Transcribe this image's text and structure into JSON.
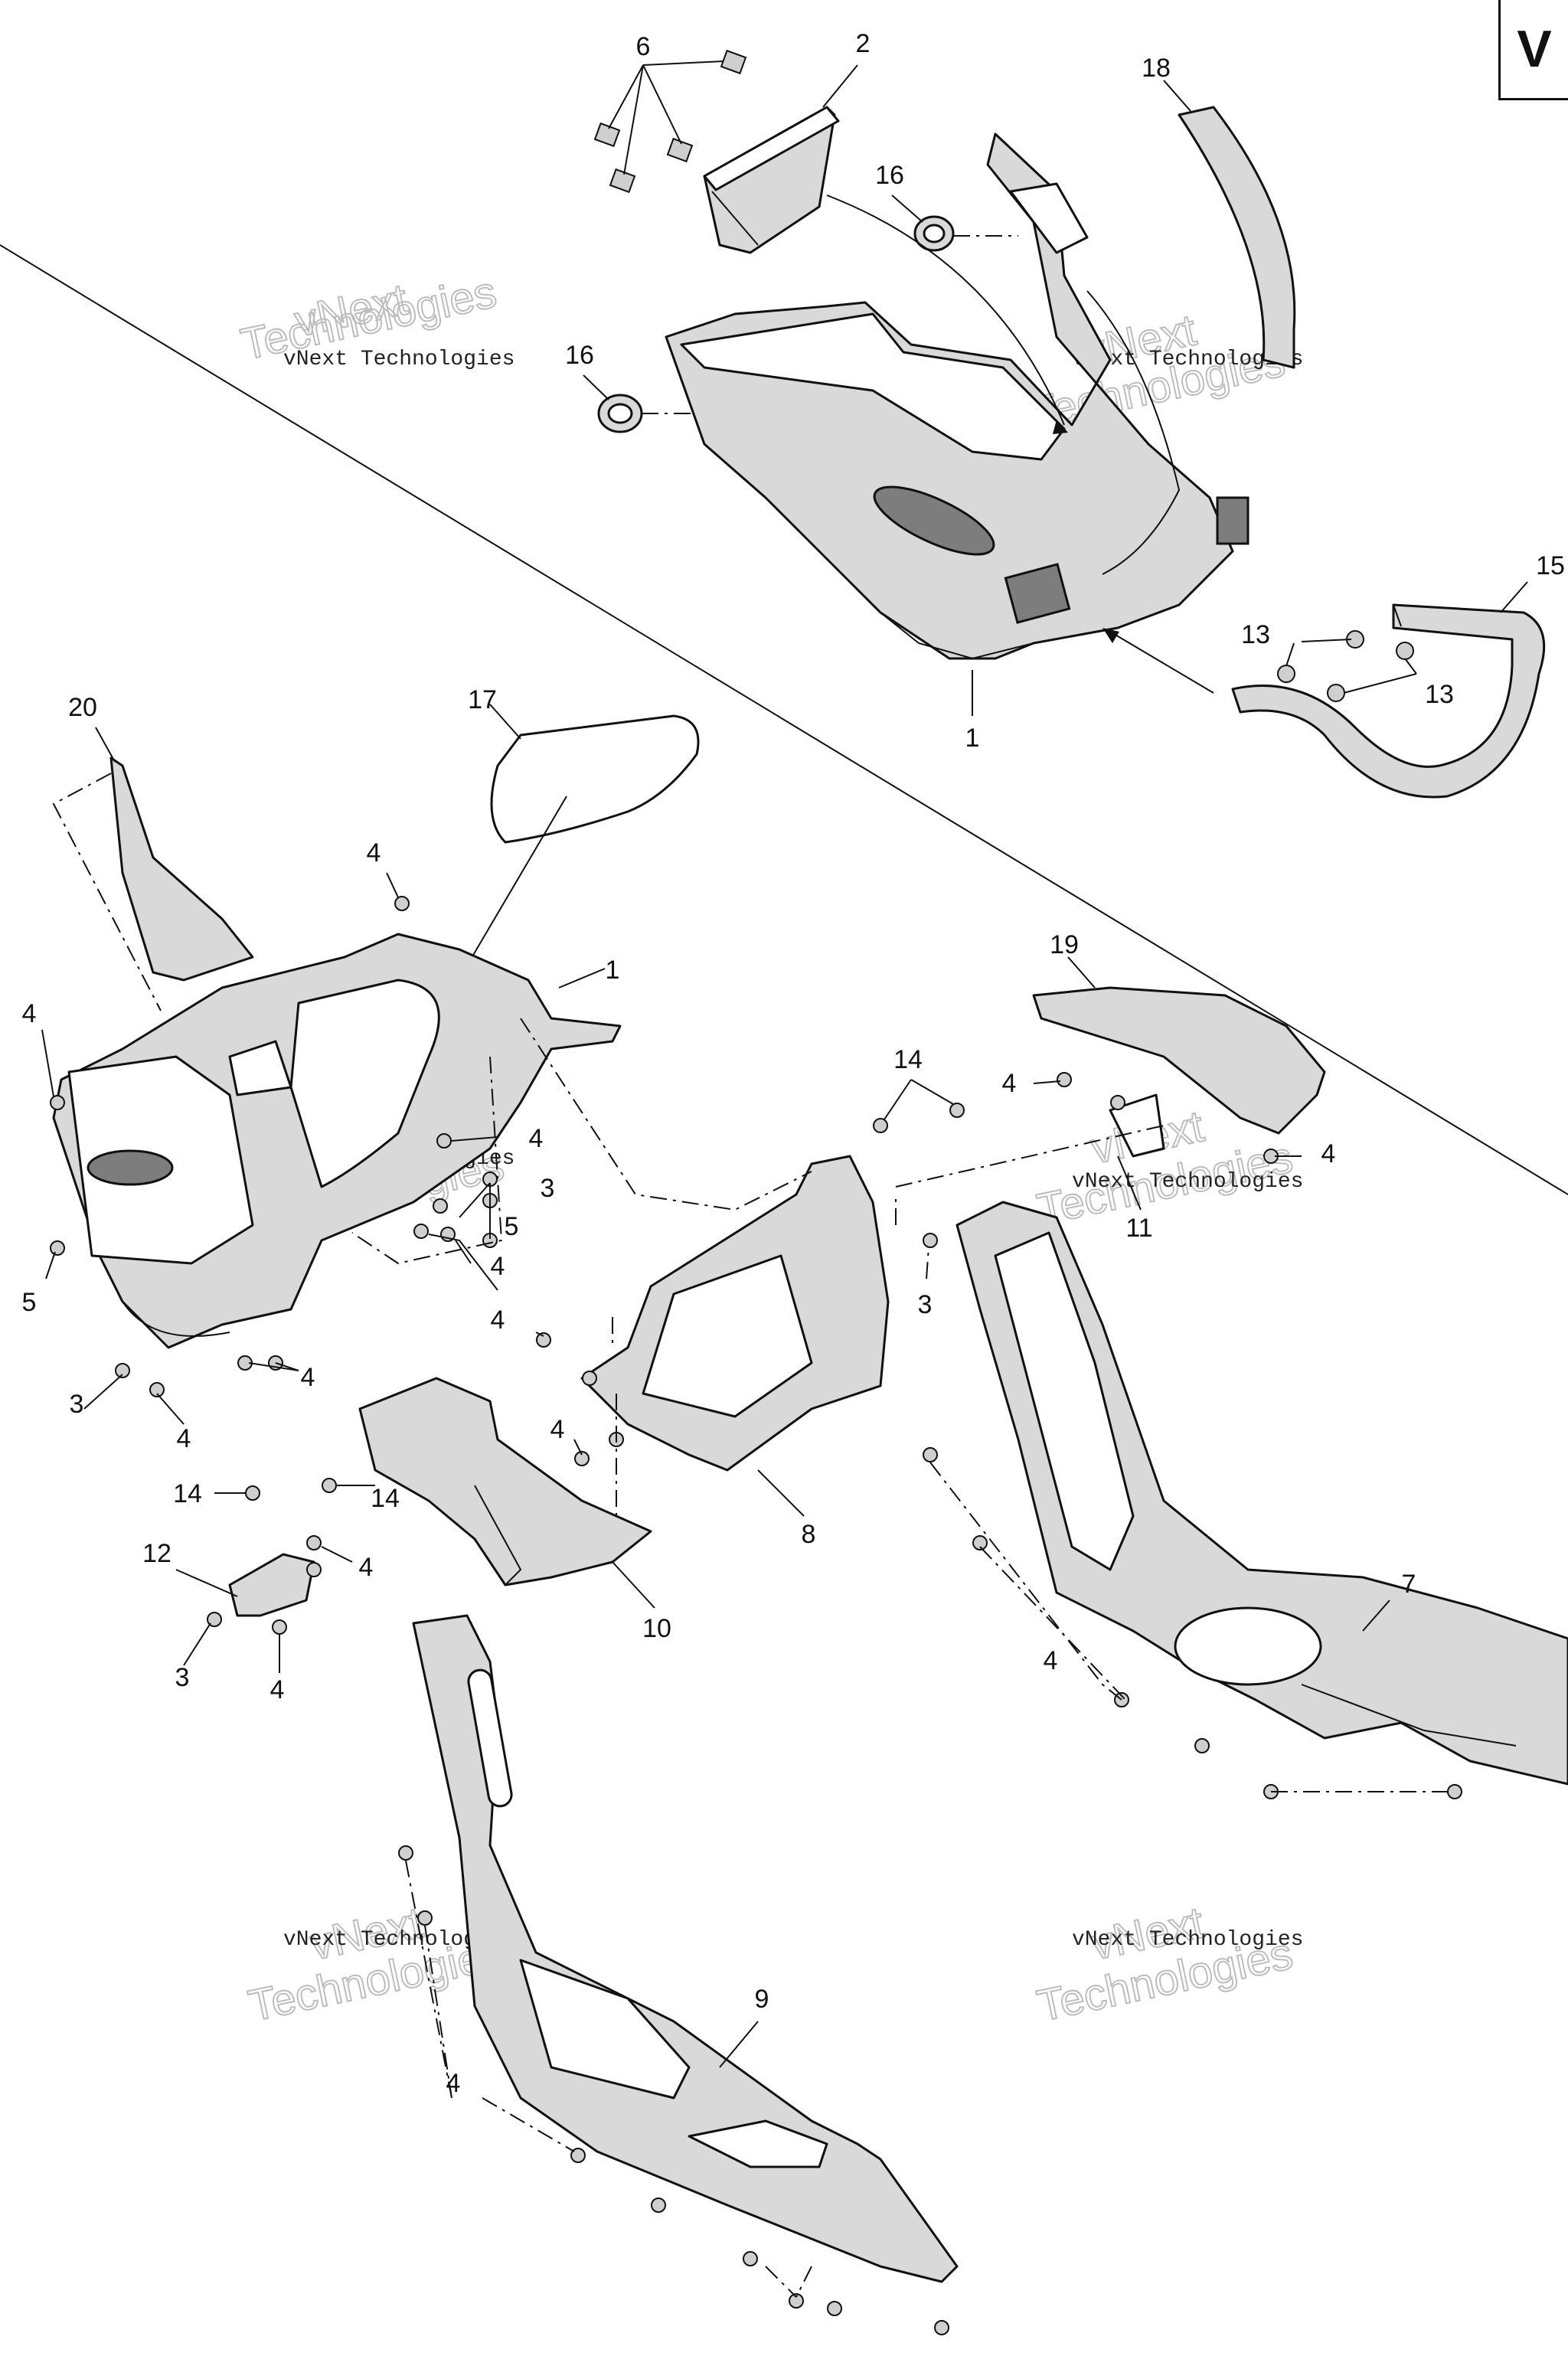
{
  "page_tag": "V",
  "watermark": {
    "line1": "vNext",
    "line2": "Technologies",
    "combined": "vNext Technologies"
  },
  "callouts": [
    {
      "id": "c6",
      "label": "6"
    },
    {
      "id": "c2",
      "label": "2"
    },
    {
      "id": "c18",
      "label": "18"
    },
    {
      "id": "c16a",
      "label": "16"
    },
    {
      "id": "c16b",
      "label": "16"
    },
    {
      "id": "c15",
      "label": "15"
    },
    {
      "id": "c13a",
      "label": "13"
    },
    {
      "id": "c13b",
      "label": "13"
    },
    {
      "id": "c1a",
      "label": "1"
    },
    {
      "id": "c20",
      "label": "20"
    },
    {
      "id": "c17",
      "label": "17"
    },
    {
      "id": "c4a",
      "label": "4"
    },
    {
      "id": "c1b",
      "label": "1"
    },
    {
      "id": "c4b",
      "label": "4"
    },
    {
      "id": "c4c",
      "label": "4"
    },
    {
      "id": "c3a",
      "label": "3"
    },
    {
      "id": "c5a",
      "label": "5"
    },
    {
      "id": "c4d",
      "label": "4"
    },
    {
      "id": "c5b",
      "label": "5"
    },
    {
      "id": "c3b",
      "label": "3"
    },
    {
      "id": "c4e",
      "label": "4"
    },
    {
      "id": "c4f",
      "label": "4"
    },
    {
      "id": "c19",
      "label": "19"
    },
    {
      "id": "c14a",
      "label": "14"
    },
    {
      "id": "c4g",
      "label": "4"
    },
    {
      "id": "c4h",
      "label": "4"
    },
    {
      "id": "c11",
      "label": "11"
    },
    {
      "id": "c3c",
      "label": "3"
    },
    {
      "id": "c4i",
      "label": "4"
    },
    {
      "id": "c4j",
      "label": "4"
    },
    {
      "id": "c14b",
      "label": "14"
    },
    {
      "id": "c14c",
      "label": "14"
    },
    {
      "id": "c8",
      "label": "8"
    },
    {
      "id": "c12",
      "label": "12"
    },
    {
      "id": "c4k",
      "label": "4"
    },
    {
      "id": "c10",
      "label": "10"
    },
    {
      "id": "c3d",
      "label": "3"
    },
    {
      "id": "c4l",
      "label": "4"
    },
    {
      "id": "c7",
      "label": "7"
    },
    {
      "id": "c4m",
      "label": "4"
    },
    {
      "id": "c9",
      "label": "9"
    },
    {
      "id": "c4n",
      "label": "4"
    }
  ]
}
